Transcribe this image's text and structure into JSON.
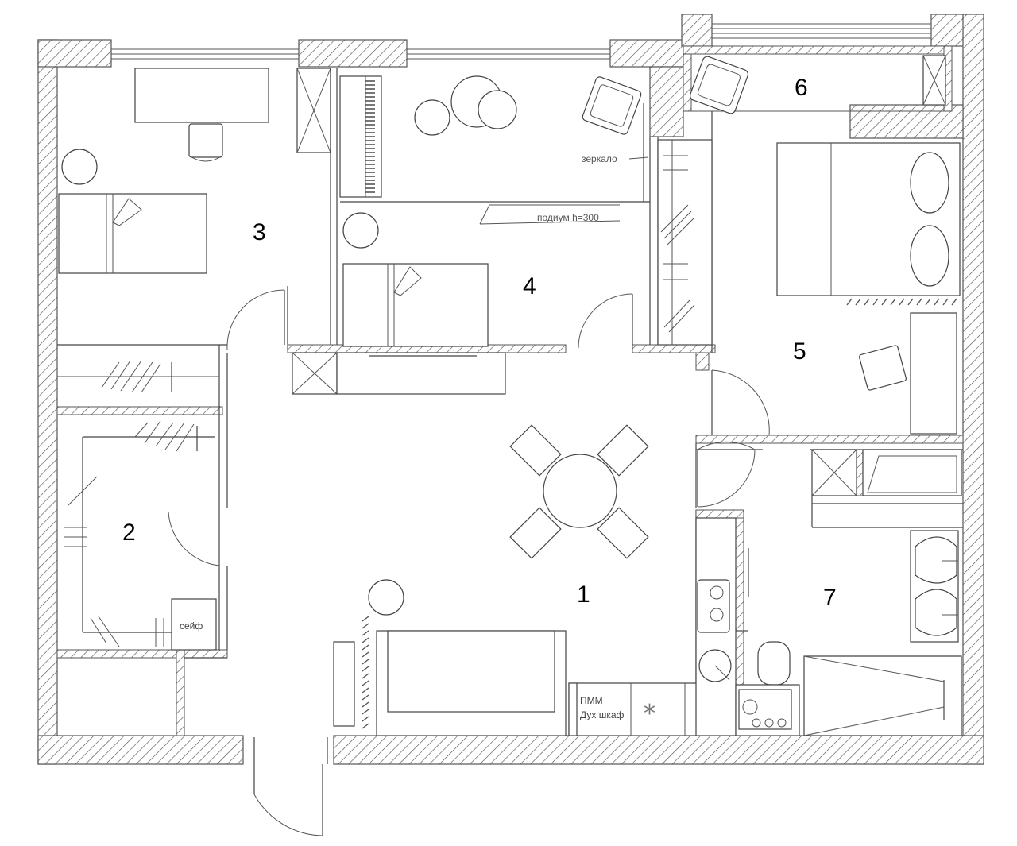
{
  "rooms": [
    {
      "id": "1",
      "label": "1"
    },
    {
      "id": "2",
      "label": "2"
    },
    {
      "id": "3",
      "label": "3"
    },
    {
      "id": "4",
      "label": "4"
    },
    {
      "id": "5",
      "label": "5"
    },
    {
      "id": "6",
      "label": "6"
    },
    {
      "id": "7",
      "label": "7"
    }
  ],
  "notes": {
    "mirror": "зеркало",
    "podium": "подиум h=300",
    "safe": "сейф",
    "dishwasher": "ПММ",
    "oven": "Дух шкаф",
    "cabinet_mark": "*"
  },
  "colors": {
    "line": "#444444",
    "background": "#ffffff"
  }
}
